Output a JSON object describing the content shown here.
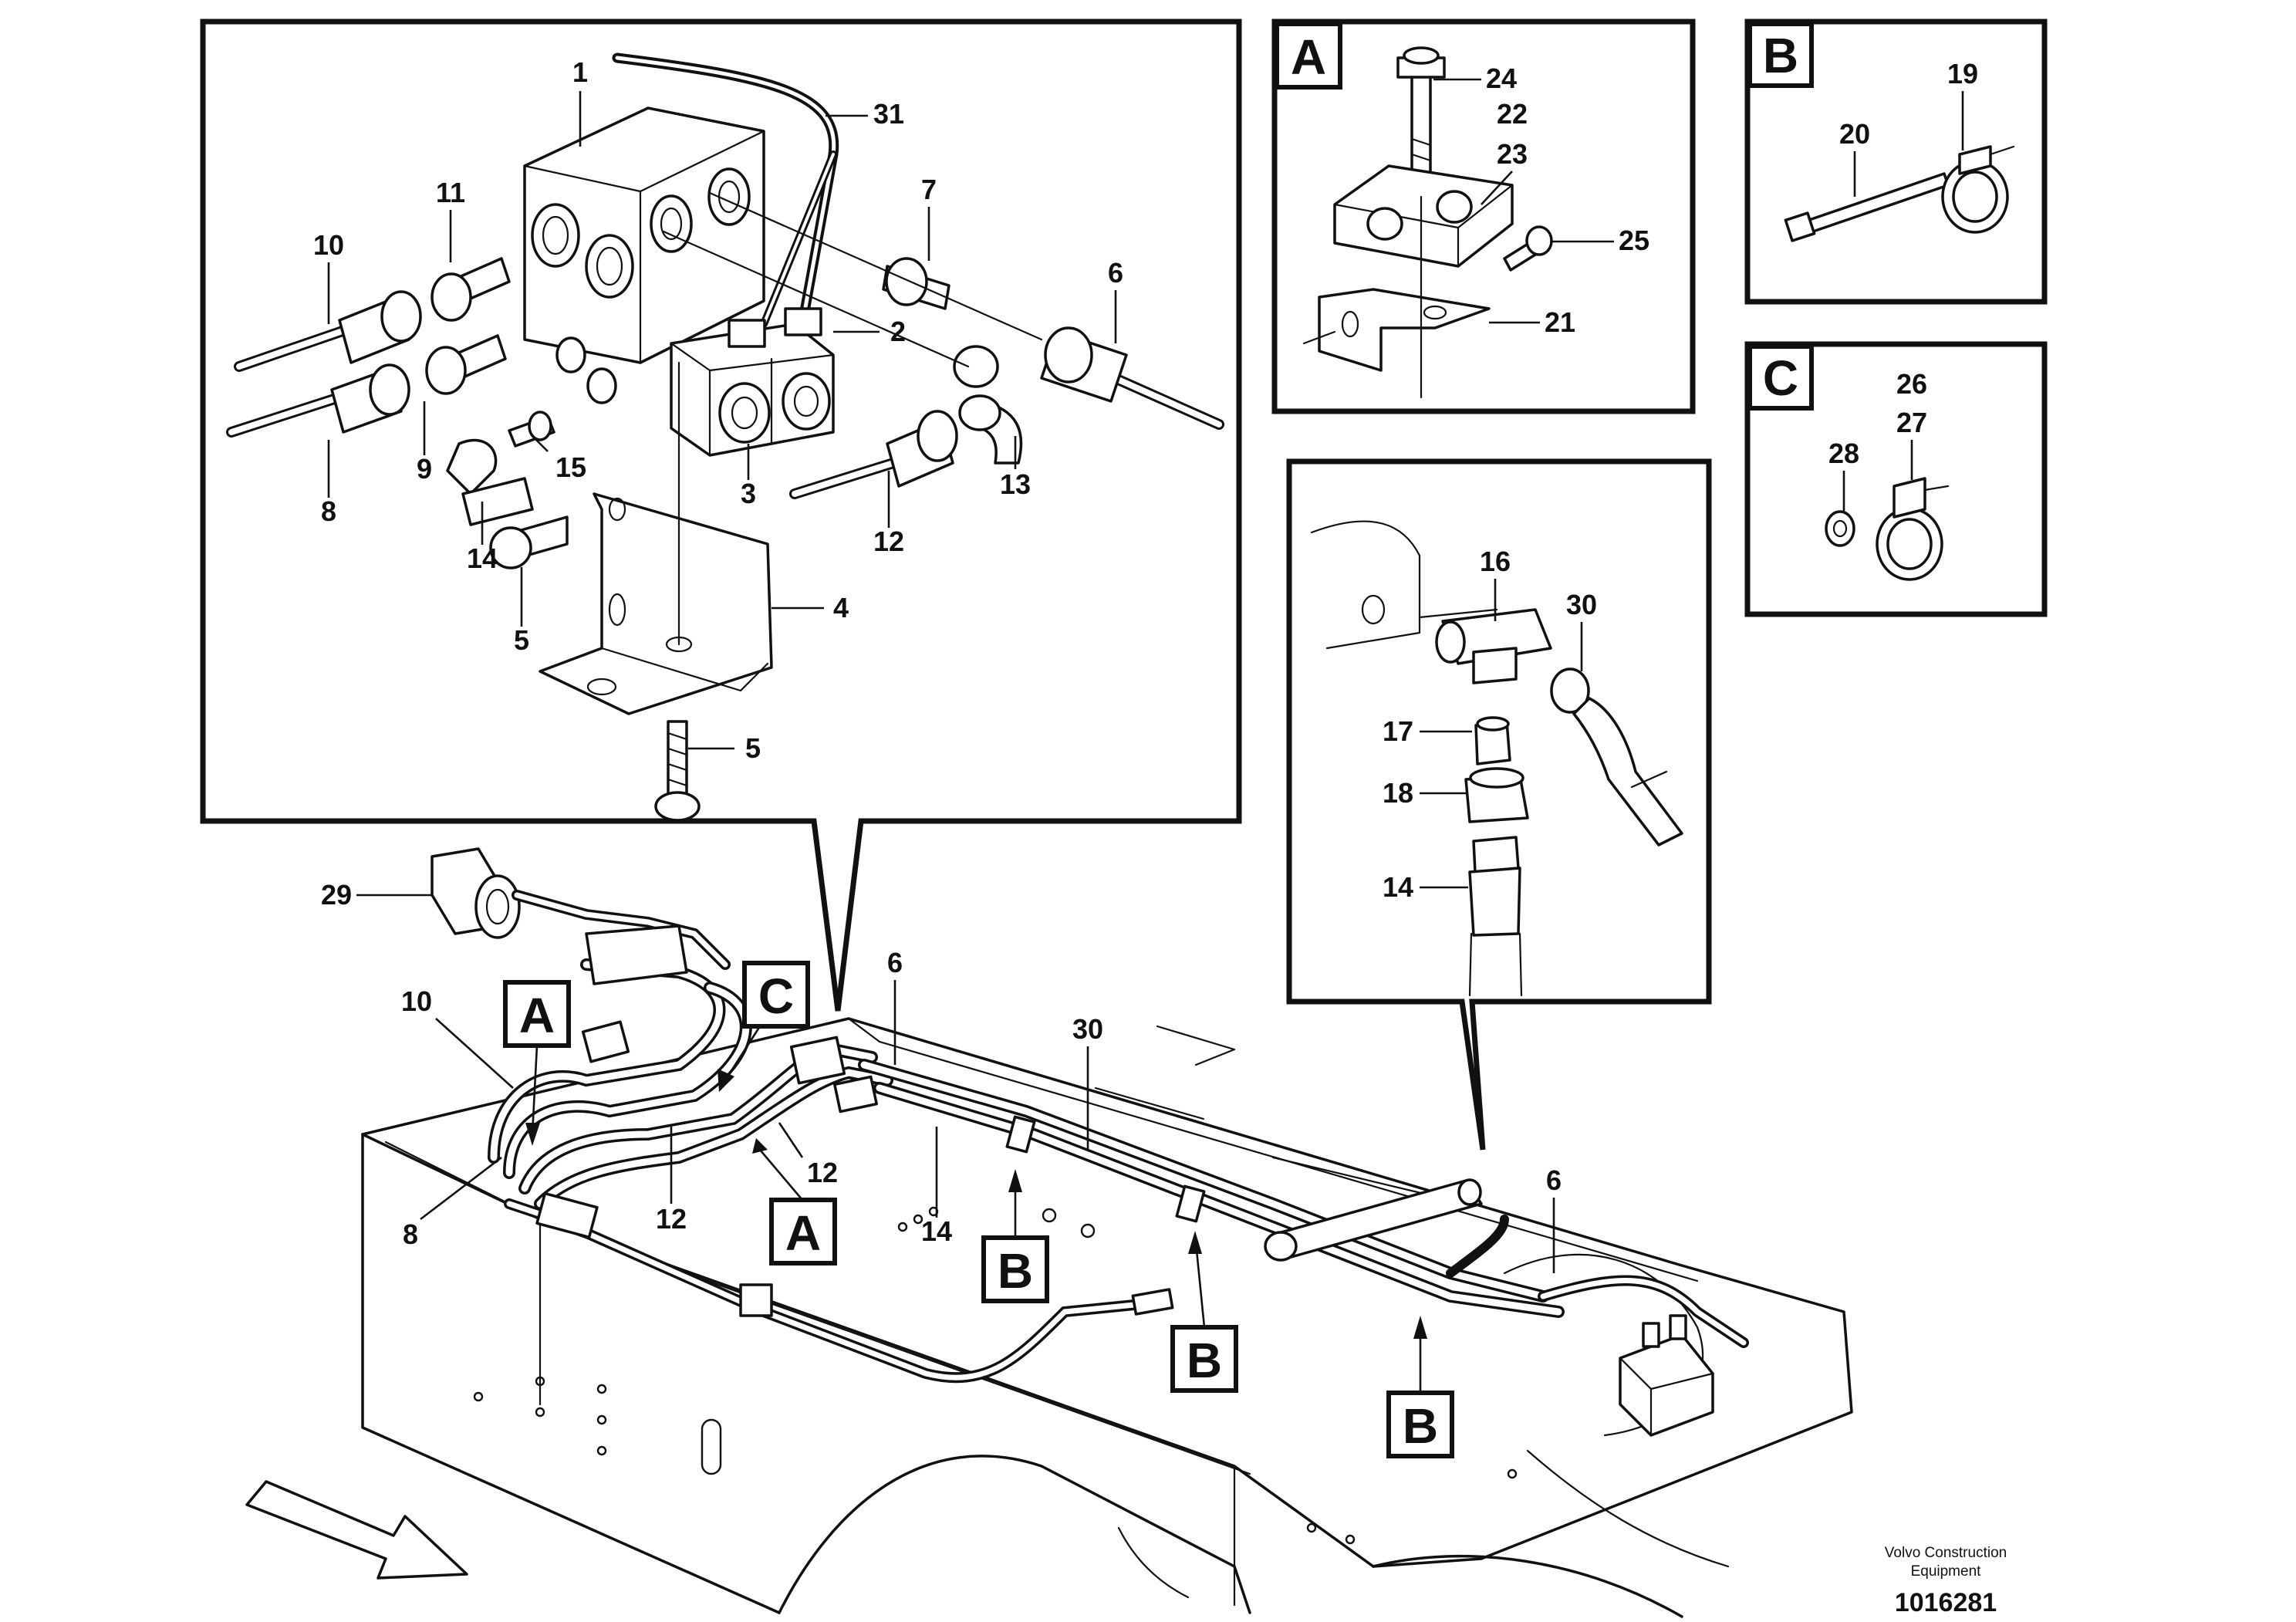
{
  "brand": {
    "line1": "Volvo Construction",
    "line2": "Equipment"
  },
  "figure_number": "1016281",
  "detail_tags": {
    "a": "A",
    "b": "B",
    "c": "C"
  },
  "callouts": {
    "n1": "1",
    "n2": "2",
    "n3": "3",
    "n4": "4",
    "n5": "5",
    "n6": "6",
    "n7": "7",
    "n8": "8",
    "n9": "9",
    "n10": "10",
    "n11": "11",
    "n12": "12",
    "n13": "13",
    "n14": "14",
    "n15": "15",
    "n16": "16",
    "n17": "17",
    "n18": "18",
    "n19": "19",
    "n20": "20",
    "n21": "21",
    "n22": "22",
    "n23": "23",
    "n24": "24",
    "n25": "25",
    "n26": "26",
    "n27": "27",
    "n28": "28",
    "n29": "29",
    "n30": "30",
    "n31": "31"
  }
}
